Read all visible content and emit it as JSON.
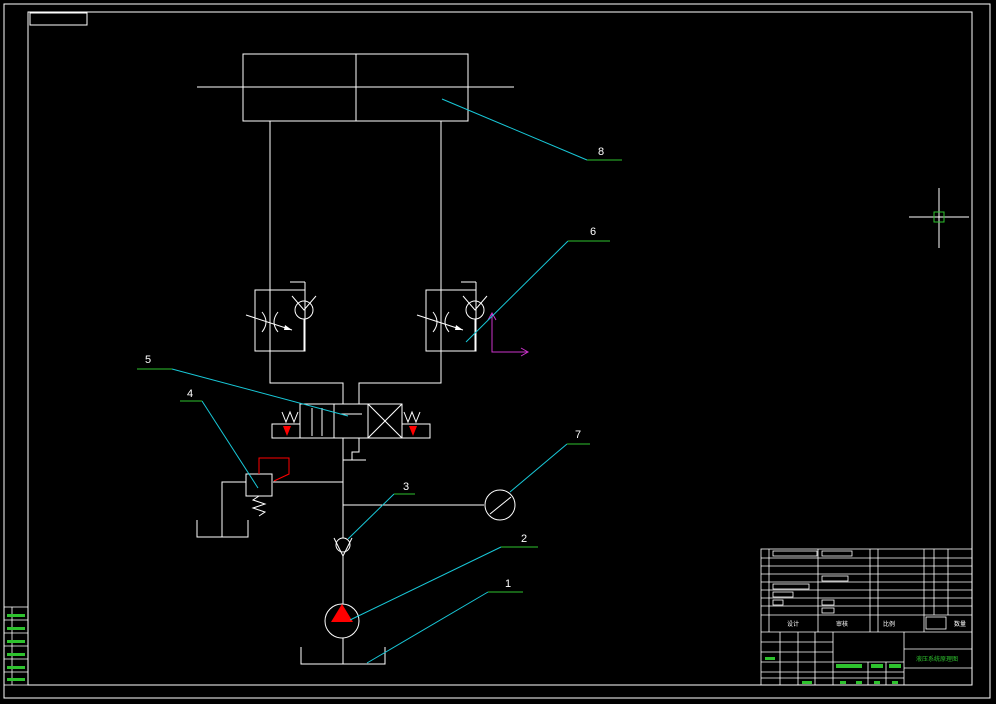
{
  "drawing": {
    "background": "#000000",
    "line_color": "#ffffff",
    "leader_color": "#18c8d8",
    "label_underline_color": "#2ec22e",
    "warning_color": "#ff0000",
    "ucs_icon_color": "#cc33cc"
  },
  "components": [
    {
      "id": "1",
      "label": "1",
      "symbol": "oil-tank"
    },
    {
      "id": "2",
      "label": "2",
      "symbol": "hydraulic-pump"
    },
    {
      "id": "3",
      "label": "3",
      "symbol": "check-valve"
    },
    {
      "id": "4",
      "label": "4",
      "symbol": "relief-valve"
    },
    {
      "id": "5",
      "label": "5",
      "symbol": "directional-control-valve"
    },
    {
      "id": "6",
      "label": "6",
      "symbol": "one-way-throttle-valve"
    },
    {
      "id": "7",
      "label": "7",
      "symbol": "pressure-gauge"
    },
    {
      "id": "8",
      "label": "8",
      "symbol": "double-rod-cylinder"
    }
  ],
  "title_block": {
    "title_text": "液压系统原理图",
    "cells": [
      "设计",
      "审核",
      "比例",
      "数量"
    ]
  },
  "side_table": {
    "rows": 6
  }
}
